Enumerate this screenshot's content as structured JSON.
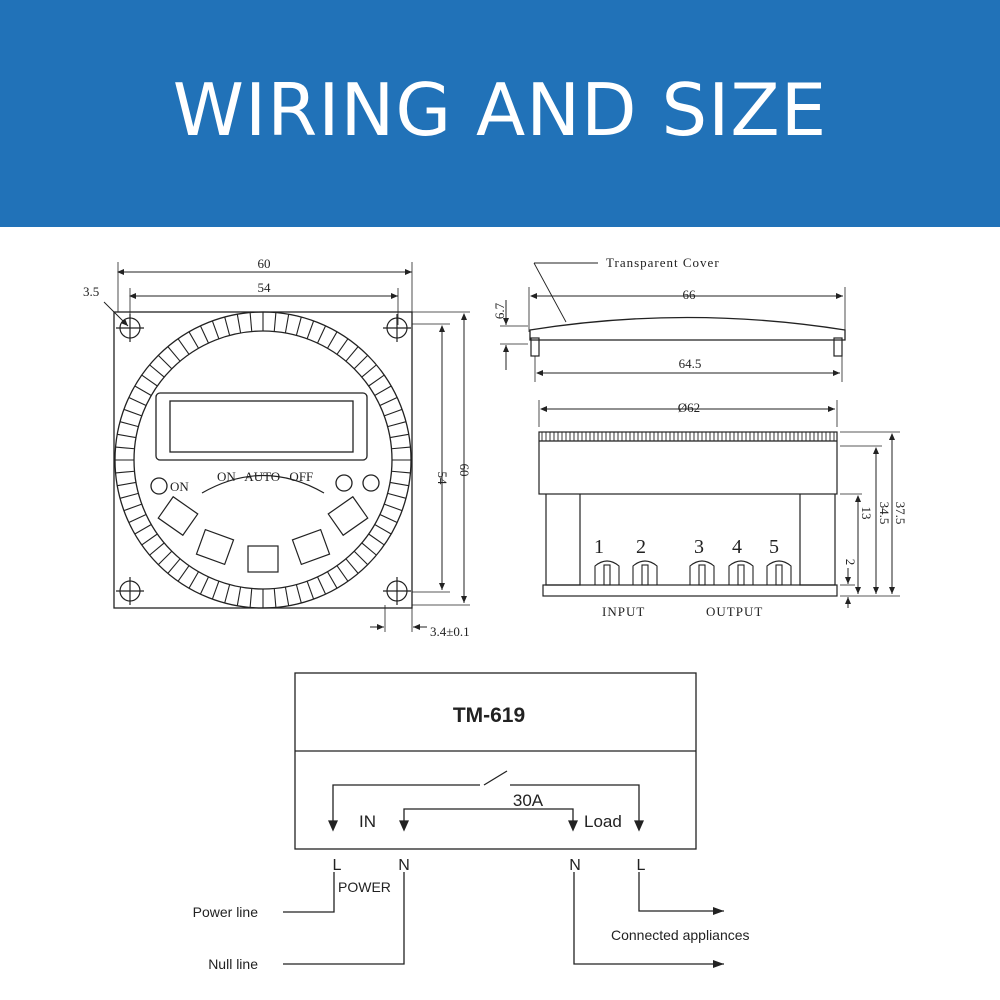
{
  "header": {
    "title": "WIRING AND SIZE",
    "background_color": "#2172b8"
  },
  "front_view": {
    "dim_width_outer": "60",
    "dim_width_inner": "54",
    "dim_hole": "3.5",
    "dim_height_inner": "54",
    "dim_height_outer": "60",
    "dim_bottom": "3.4±0.1",
    "label_on_left": "ON",
    "label_modes": "ON AUTO OFF"
  },
  "side_view": {
    "cover_label": "Transparent Cover",
    "dim_cover_height": "6.7",
    "dim_cover_width": "66",
    "dim_cover_inner": "64.5",
    "dim_diameter": "Ø62",
    "dim_2": "2",
    "dim_13": "13",
    "dim_34_5": "34.5",
    "dim_37_5": "37.5",
    "terminals": [
      "1",
      "2",
      "3",
      "4",
      "5"
    ],
    "input_label": "INPUT",
    "output_label": "OUTPUT"
  },
  "wiring": {
    "model": "TM-619",
    "rating": "30A",
    "in_label": "IN",
    "load_label": "Load",
    "terminal_l1": "L",
    "terminal_n1": "N",
    "terminal_n2": "N",
    "terminal_l2": "L",
    "power_label": "POWER",
    "power_line": "Power line",
    "null_line": "Null line",
    "connected": "Connected appliances"
  }
}
